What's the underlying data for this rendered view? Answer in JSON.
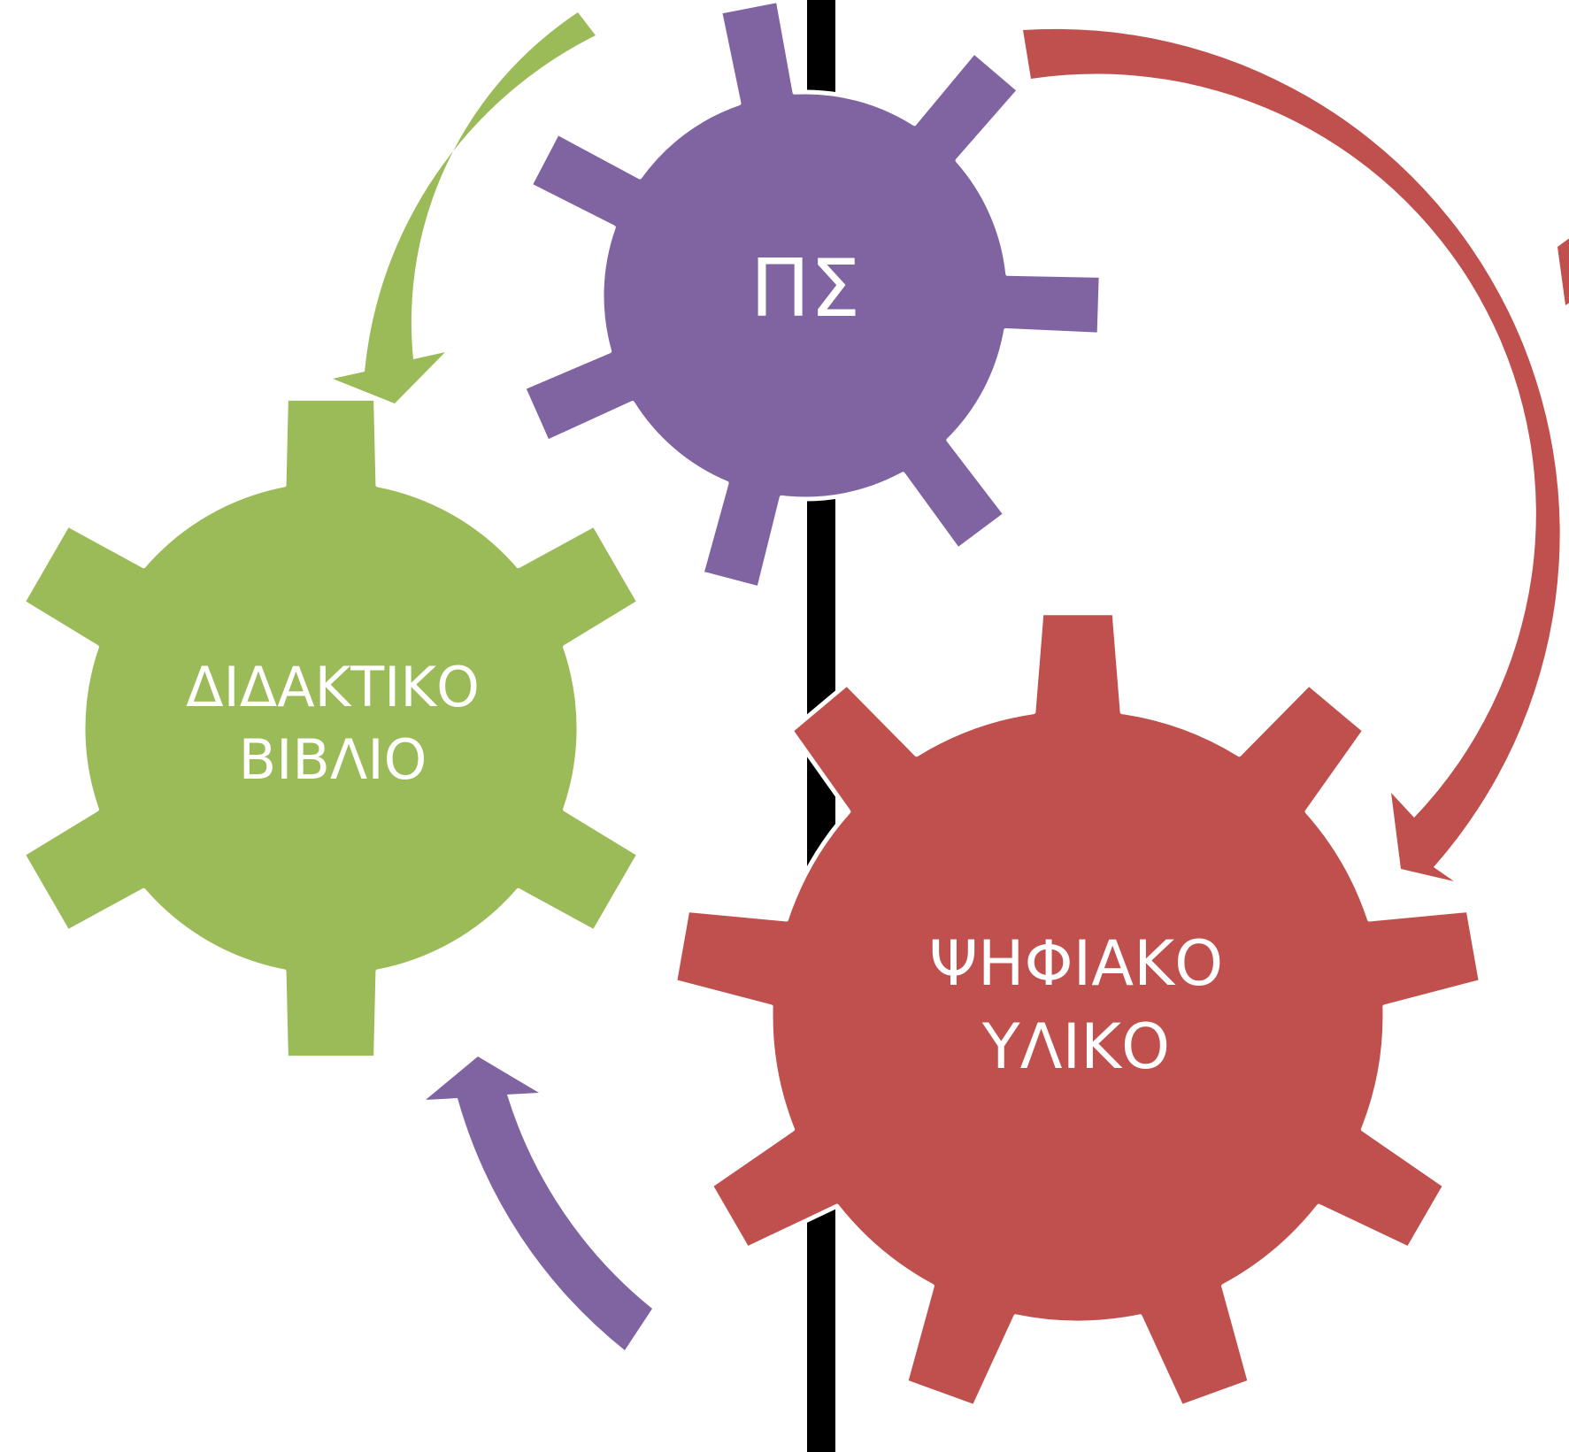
{
  "diagram": {
    "colors": {
      "background": "#ffffff",
      "divider": "#000000",
      "outline": "#ffffff",
      "green": "#9bbb59",
      "purple": "#8064a2",
      "red": "#c0504d"
    },
    "gears": {
      "top": {
        "label_lines": [
          "ΠΣ"
        ],
        "color": "#8064a2"
      },
      "left": {
        "label_lines": [
          "ΔΙΔΑΚΤΙΚΟ",
          "ΒΙΒΛΙΟ"
        ],
        "color": "#9bbb59"
      },
      "right": {
        "label_lines": [
          "ΨΗΦΙΑΚΟ",
          "ΥΛΙΚΟ"
        ],
        "color": "#c0504d"
      }
    },
    "arrows": [
      {
        "name": "green-cycle-arrow",
        "color": "#9bbb59"
      },
      {
        "name": "red-cycle-arrow",
        "color": "#c0504d"
      },
      {
        "name": "purple-cycle-arrow",
        "color": "#8064a2"
      }
    ]
  }
}
